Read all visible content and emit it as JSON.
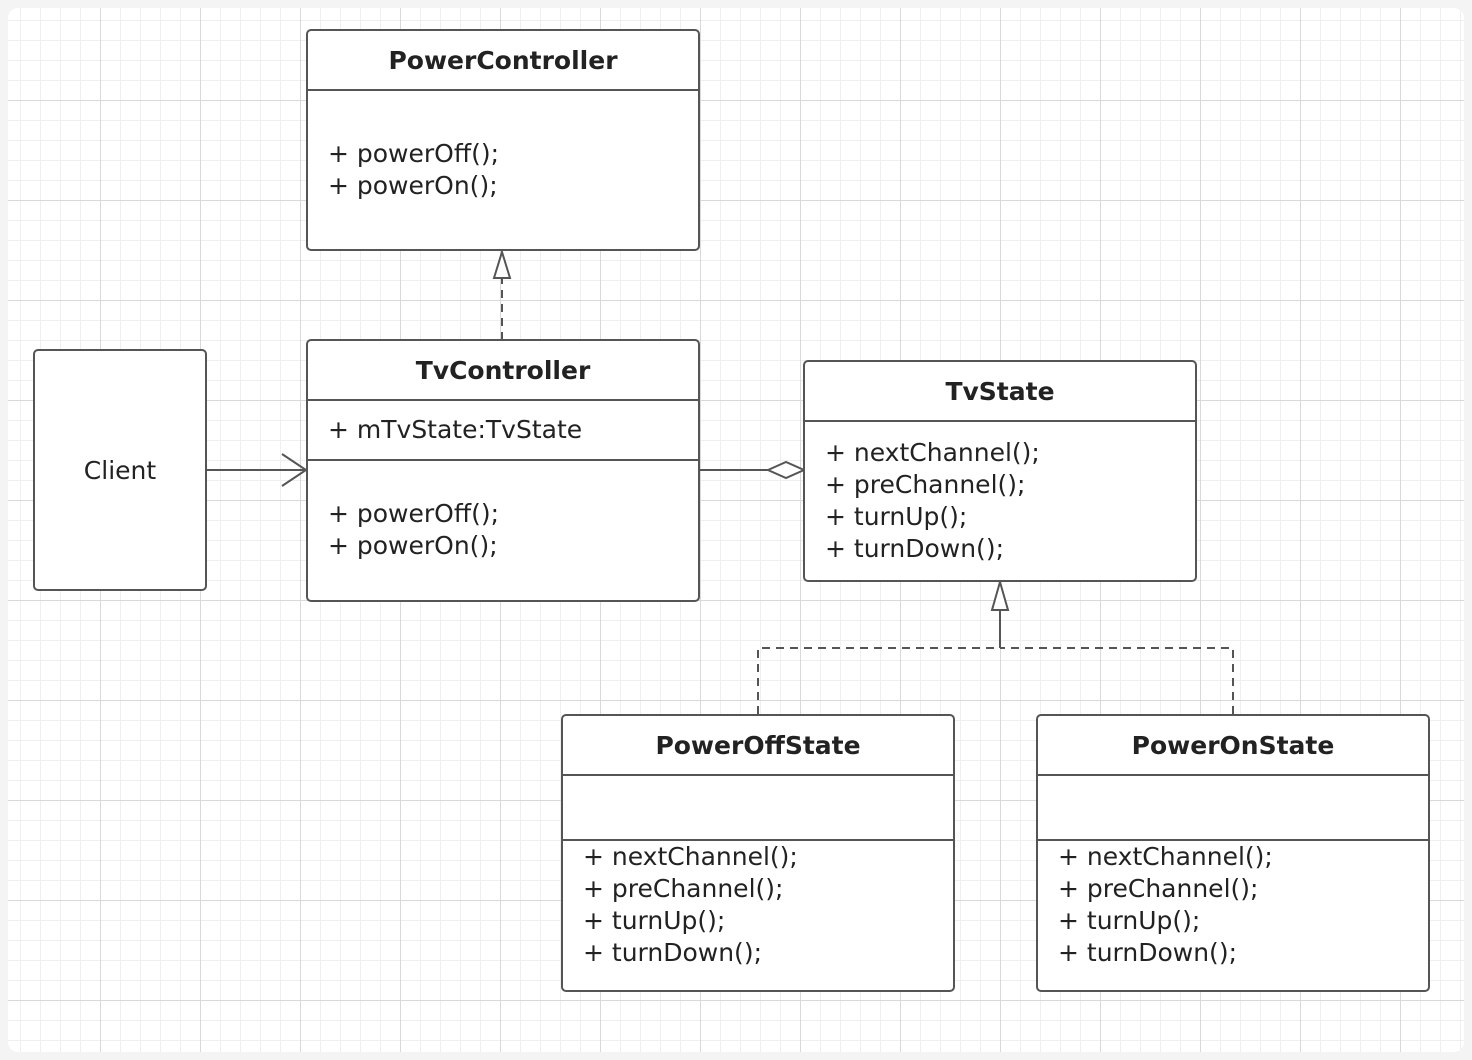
{
  "diagram": {
    "client": {
      "label": "Client"
    },
    "power_controller": {
      "name": "PowerController",
      "attributes": [],
      "operations": [
        "+ powerOff();",
        "+ powerOn();"
      ]
    },
    "tv_controller": {
      "name": "TvController",
      "attributes": [
        "+ mTvState:TvState"
      ],
      "operations": [
        "+ powerOff();",
        "+ powerOn();"
      ]
    },
    "tv_state": {
      "name": "TvState",
      "operations": [
        "+ nextChannel();",
        "+ preChannel();",
        "+ turnUp();",
        "+ turnDown();"
      ]
    },
    "power_off_state": {
      "name": "PowerOffState",
      "attributes": [],
      "operations": [
        "+ nextChannel();",
        "+ preChannel();",
        "+ turnUp();",
        "+ turnDown();"
      ]
    },
    "power_on_state": {
      "name": "PowerOnState",
      "attributes": [],
      "operations": [
        "+ nextChannel();",
        "+ preChannel();",
        "+ turnUp();",
        "+ turnDown();"
      ]
    },
    "relations": [
      {
        "from": "Client",
        "to": "TvController",
        "type": "association"
      },
      {
        "from": "TvController",
        "to": "PowerController",
        "type": "realization"
      },
      {
        "from": "TvController",
        "to": "TvState",
        "type": "aggregation"
      },
      {
        "from": "PowerOffState",
        "to": "TvState",
        "type": "realization"
      },
      {
        "from": "PowerOnState",
        "to": "TvState",
        "type": "realization"
      }
    ],
    "colors": {
      "stroke": "#555555",
      "grid_major": "#d9d9d9",
      "grid_minor": "#efefef",
      "fill": "#ffffff"
    }
  }
}
